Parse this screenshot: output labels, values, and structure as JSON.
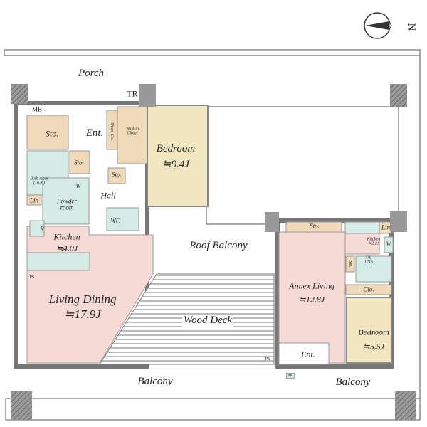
{
  "compass": {
    "label": "N"
  },
  "rooms": {
    "porch": "Porch",
    "tr": "TR",
    "mb": "MB",
    "sto_main": "Sto.",
    "ent_main": "Ent.",
    "shoes_clo": "Shoes Clo.",
    "walk_in_closet": "Walk in Closet",
    "bedroom_main": {
      "name": "Bedroom",
      "size": "≒9.4J"
    },
    "sto_hall1": "Sto.",
    "sto_hall2": "Sto.",
    "bath": "Bath room (1620)",
    "w_main": "W",
    "hall": "Hall",
    "lin_main": "Lin",
    "powder": "Powder room",
    "wc": "WC",
    "r": "R",
    "kitchen_main": {
      "name": "Kitchen",
      "size": "≒4.0J"
    },
    "ps_main": "PS",
    "living_dining": {
      "name": "Living Dining",
      "size": "≒17.9J"
    },
    "roof_balcony": "Roof Balcony",
    "wood_deck": "Wood Deck",
    "balcony_main": "Balcony",
    "sto_annex": "Sto.",
    "lin_annex": "Lin",
    "kitchen_annex": "Kitchen ≒2.2J",
    "w_annex": "W",
    "ub": "UB 1216",
    "sto_annex2": "Sto.",
    "annex_living": {
      "name": "Annex Living",
      "size": "≒12.8J"
    },
    "clo": "Clo.",
    "bedroom_annex": {
      "name": "Bedroom",
      "size": "≒5.5J"
    },
    "ent_annex": "Ent.",
    "ps_annex": "PS",
    "sk": "SK",
    "balcony_annex": "Balcony"
  },
  "colors": {
    "tan": "#efd9b8",
    "bedroom": "#f1e6bf",
    "teal": "#d5ece6",
    "pink": "#f6dad6",
    "wall": "#8f8f8f",
    "deck": "#ffffff"
  }
}
